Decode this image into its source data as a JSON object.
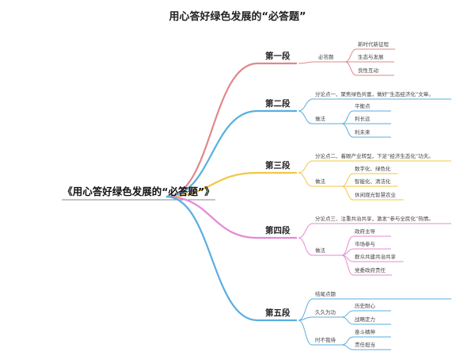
{
  "title": "用心答好绿色发展的“必答题”",
  "root": "《用心答好绿色发展的“必答题”》",
  "sections": [
    {
      "label": "第一段",
      "color": "#e0888a",
      "groups": [
        {
          "label": "必答题",
          "items": [
            "新时代新征程",
            "生态与发展",
            "良性互动"
          ]
        }
      ]
    },
    {
      "label": "第二段",
      "color": "#5aaee0",
      "points": [
        "分论点一、聚焦绿色共富，做好“生态经济化”文章。"
      ],
      "groups": [
        {
          "label": "做法",
          "items": [
            "平衡点",
            "利长远",
            "利未来"
          ]
        }
      ]
    },
    {
      "label": "第三段",
      "color": "#f2c744",
      "points": [
        "分论点二、着眼产业转型，下足“经济生态化”功夫。"
      ],
      "groups": [
        {
          "label": "做法",
          "items": [
            "数字化、绿色化",
            "智能化、清洁化",
            "休闲观光智慧农业"
          ]
        }
      ]
    },
    {
      "label": "第四段",
      "color": "#e58ad6",
      "points": [
        "分论点三、注重共治共享，激发“参与全民化”热情。"
      ],
      "groups": [
        {
          "label": "做法",
          "items": [
            "政府主导",
            "市场参与",
            "群众共建共治共享",
            "党委政府责任"
          ]
        }
      ]
    },
    {
      "label": "第五段",
      "color": "#5aaee0",
      "points": [
        "结尾点题"
      ],
      "groups": [
        {
          "label": "久久为功",
          "items": [
            "历史耐心",
            "战略定力"
          ]
        },
        {
          "label": "时不我待",
          "items": [
            "奋斗精神",
            "责任担当"
          ]
        }
      ]
    }
  ]
}
